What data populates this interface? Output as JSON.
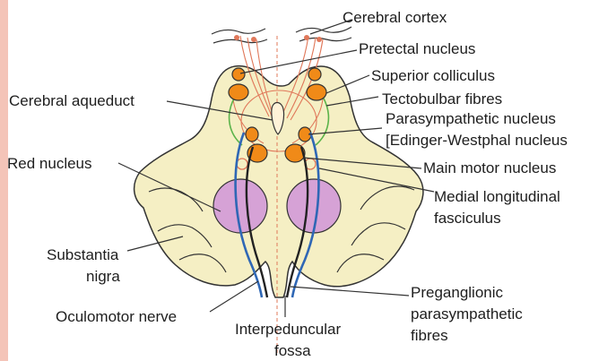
{
  "colors": {
    "page_border": "#f4c4b8",
    "midbrain_fill": "#f5efc4",
    "outline": "#333333",
    "nucleus_fill": "#f08a18",
    "red_nucleus_fill": "#d6a2d6",
    "oculomotor_nerve": "#2f67b5",
    "preganglionic_fibres": "#222222",
    "tract_lines": "#e0785a",
    "tectobulbar_fibres": "#5bb34a"
  },
  "labels": {
    "cerebral_cortex": "Cerebral cortex",
    "pretectal_nucleus": "Pretectal nucleus",
    "superior_colliculus": "Superior colliculus",
    "tectobulbar_fibres": "Tectobulbar fibres",
    "parasympathetic_nucleus": "Parasympathetic nucleus",
    "edinger_westphal": "[Edinger-Westphal nucleus",
    "main_motor_nucleus": "Main motor nucleus",
    "medial_longitudinal_1": "Medial longitudinal",
    "medial_longitudinal_2": "fasciculus",
    "cerebral_aqueduct": "Cerebral aqueduct",
    "red_nucleus": "Red nucleus",
    "substantia_nigra_1": "Substantia",
    "substantia_nigra_2": "nigra",
    "oculomotor_nerve": "Oculomotor nerve",
    "interpeduncular_1": "Interpeduncular",
    "interpeduncular_2": "fossa",
    "preganglionic_1": "Preganglionic",
    "preganglionic_2": "parasympathetic",
    "preganglionic_3": "fibres"
  }
}
